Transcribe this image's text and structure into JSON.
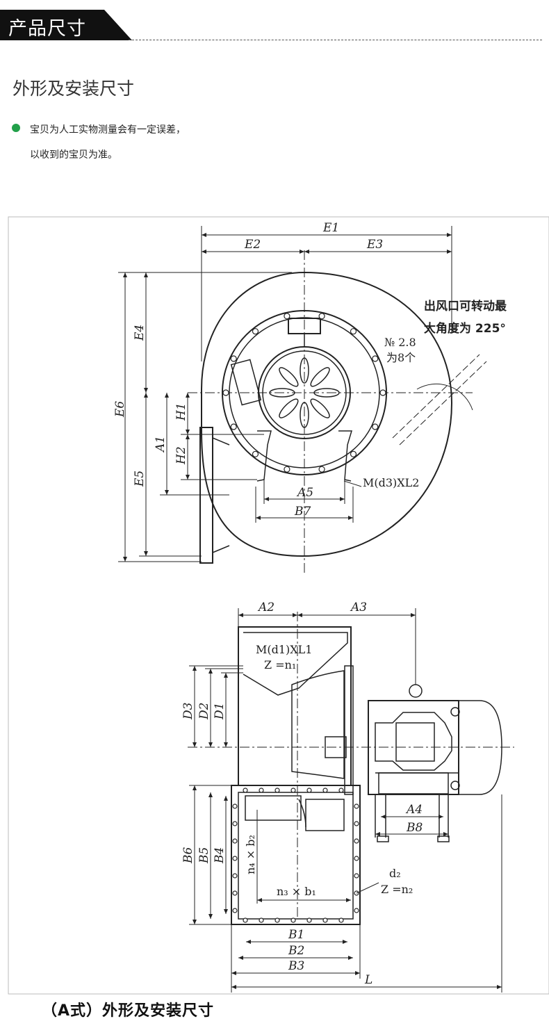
{
  "header": {
    "title": "产品尺寸"
  },
  "section": {
    "title": "外形及安装尺寸"
  },
  "note": {
    "line1": "宝贝为人工实物测量会有一定误差，",
    "line2": "以收到的宝贝为准。"
  },
  "caption": "（A式）外形及安装尺寸",
  "colors": {
    "header_bg": "#111111",
    "note_dot": "#22a04a",
    "line": "#222222"
  },
  "front_view": {
    "dims": {
      "E1": "E1",
      "E2": "E2",
      "E3": "E3",
      "E4": "E4",
      "E5": "E5",
      "E6": "E6",
      "H1": "H1",
      "H2": "H2",
      "A1": "A1",
      "A5": "A5",
      "B7": "B7"
    },
    "rotation_note_line1": "出风口可转动最",
    "rotation_note_line2": "大角度为 225°",
    "no_label": "№ 2.8",
    "no_label2": "为8个",
    "bolt_label": "M(d3)XL2"
  },
  "side_view": {
    "dims": {
      "A2": "A2",
      "A3": "A3",
      "A4": "A4",
      "B8": "B8",
      "D1": "D1",
      "D2": "D2",
      "D3": "D3",
      "B4": "B4",
      "B5": "B5",
      "B6": "B6",
      "B1": "B1",
      "B2": "B2",
      "B3": "B3",
      "L": "L"
    },
    "bolt_label": "M(d1)XL1",
    "z_label": "Z =n₁",
    "n4b2": "n₄ × b₂",
    "n3b1": "n₃ × b₁",
    "d2": "d₂",
    "z2_label": "Z =n₂"
  }
}
